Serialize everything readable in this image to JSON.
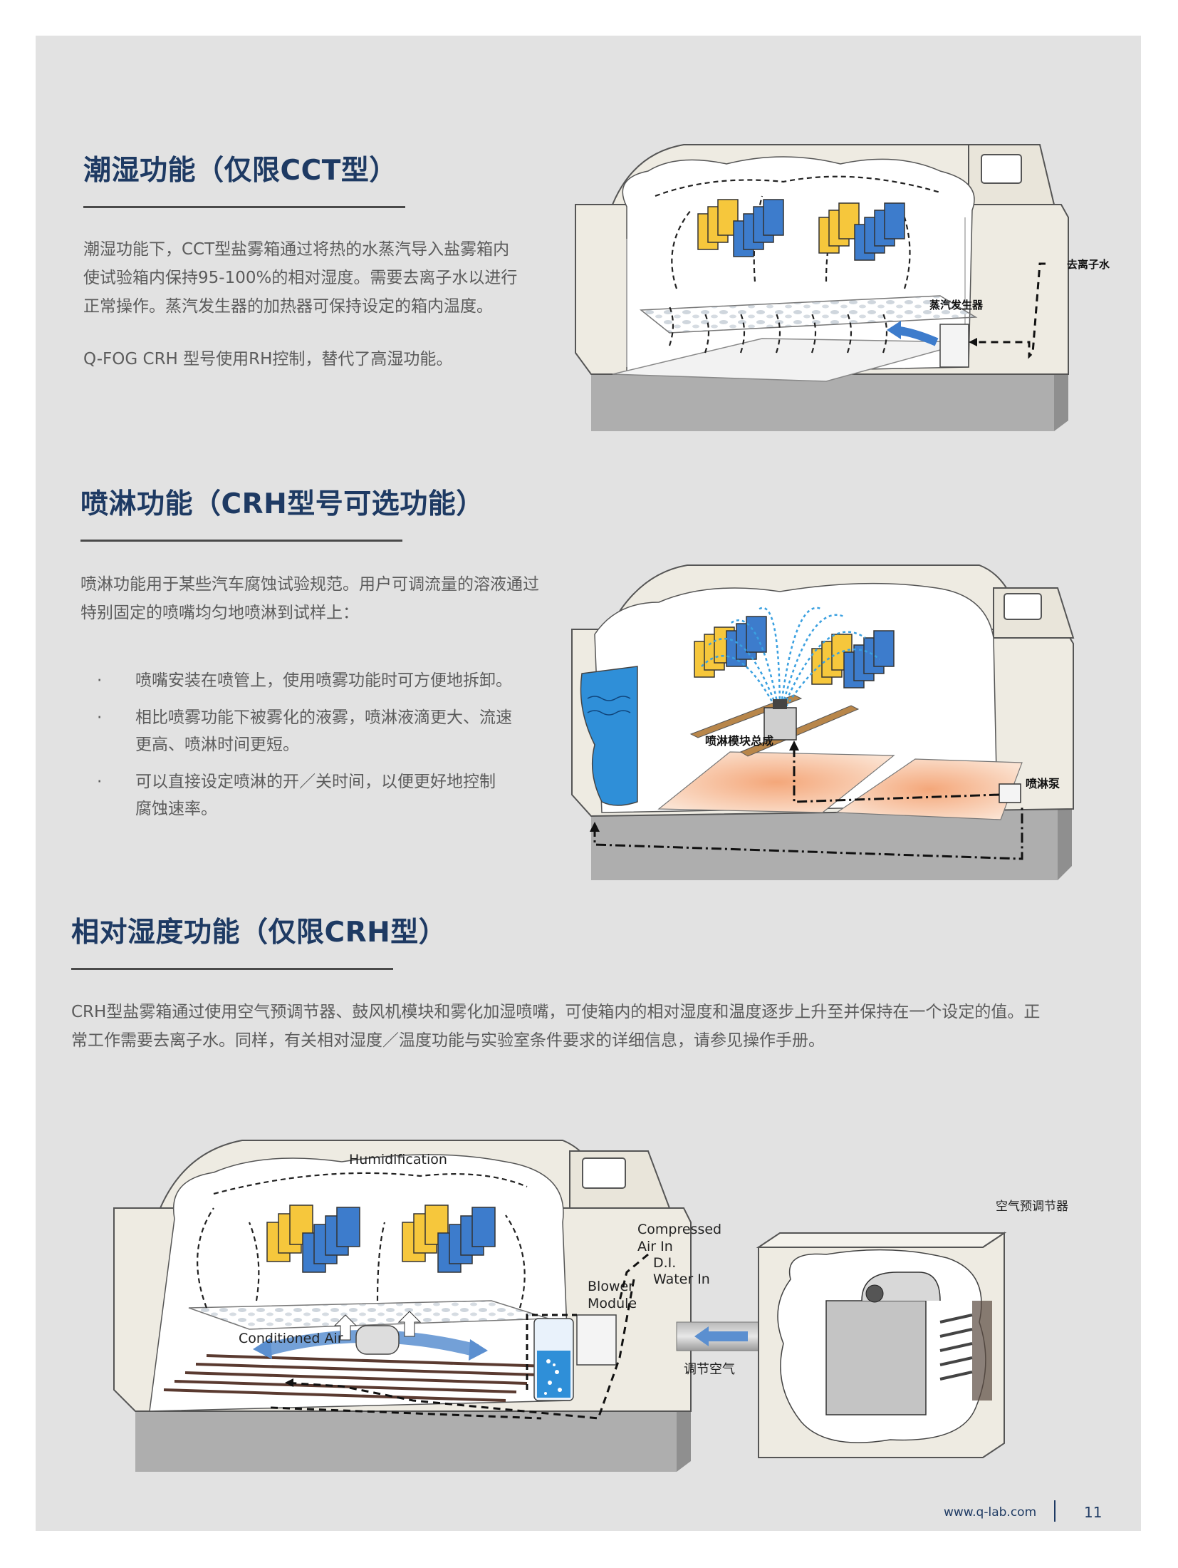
{
  "section1": {
    "title": "潮湿功能（仅限CCT型）",
    "paragraph_lines": [
      "潮湿功能下，CCT型盐雾箱通过将热的水蒸汽导入盐雾箱内",
      "使试验箱内保持95-100%的相对湿度。需要去离子水以进行",
      "正常操作。蒸汽发生器的加热器可保持设定的箱内温度。"
    ],
    "note": "Q-FOG CRH 型号使用RH控制，替代了高湿功能。",
    "diagram": {
      "label_di_water": "去离子水",
      "label_steam_generator": "蒸汽发生器"
    }
  },
  "section2": {
    "title": "喷淋功能（CRH型号可选功能）",
    "paragraph_lines": [
      "喷淋功能用于某些汽车腐蚀试验规范。用户可调流量的溶液通过",
      "特别固定的喷嘴均匀地喷淋到试样上："
    ],
    "bullets": [
      {
        "lines": [
          "喷嘴安装在喷管上，使用喷雾功能时可方便地拆卸。"
        ]
      },
      {
        "lines": [
          "相比喷雾功能下被雾化的液雾，喷淋液滴更大、流速",
          "更高、喷淋时间更短。"
        ]
      },
      {
        "lines": [
          "可以直接设定喷淋的开／关时间，以便更好地控制",
          "腐蚀速率。"
        ]
      }
    ],
    "bullet_char": "·",
    "diagram": {
      "label_spray_module": "喷淋模块总成",
      "label_spray_pump": "喷淋泵"
    }
  },
  "section3": {
    "title": "相对湿度功能（仅限CRH型）",
    "paragraph_lines": [
      "CRH型盐雾箱通过使用空气预调节器、鼓风机模块和雾化加湿喷嘴，可使箱内的相对湿度和温度逐步上升至并保持在一个设定的值。正",
      "常工作需要去离子水。同样，有关相对湿度／温度功能与实验室条件要求的详细信息，请参见操作手册。"
    ],
    "diagram": {
      "label_humidification": "Humidification",
      "label_conditioned_air": "Conditioned Air",
      "label_compressed_1": "Compressed",
      "label_compressed_2": "Air In",
      "label_di_1": "D.I.",
      "label_di_2": "Water In",
      "label_blower_1": "Blower",
      "label_blower_2": "Module",
      "label_conditioned_air_cn": "调节空气",
      "label_preconditioner": "空气预调节器"
    }
  },
  "footer": {
    "url": "www.q-lab.com",
    "page": "11"
  },
  "colors": {
    "heading": "#1e3a63",
    "panel": "#e2e2e2",
    "specimen_yellow": "#f6c73c",
    "specimen_blue": "#3d7ccc",
    "water_blue": "#2f8fd8",
    "chamber_beige": "#eeebe2"
  }
}
